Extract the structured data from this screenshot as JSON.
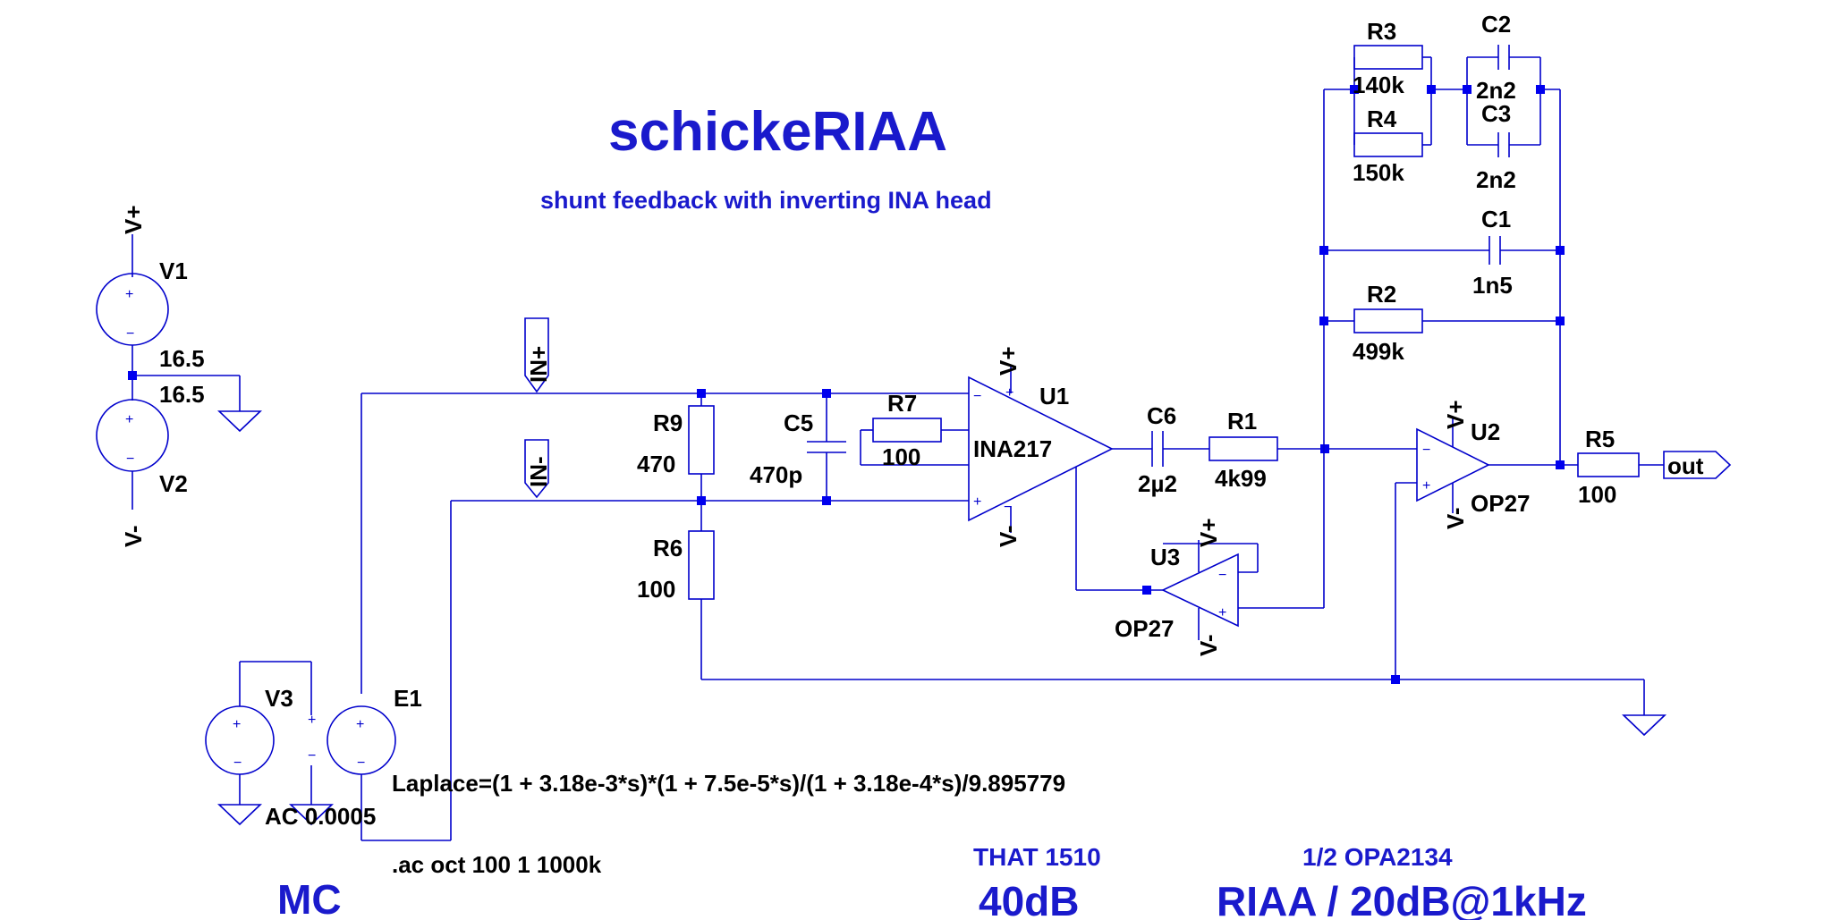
{
  "title": "schickeRIAA",
  "subtitle": "shunt feedback with inverting INA head",
  "supply": {
    "v1": "V1",
    "v2": "V2",
    "v1_value": "16.5",
    "v2_value": "16.5",
    "vplus": "V+",
    "vminus": "V-"
  },
  "nets": {
    "in_plus": "IN+",
    "in_minus": "IN-",
    "out": "out"
  },
  "components": {
    "r9": {
      "ref": "R9",
      "value": "470"
    },
    "r6": {
      "ref": "R6",
      "value": "100"
    },
    "c5": {
      "ref": "C5",
      "value": "470p"
    },
    "r7": {
      "ref": "R7",
      "value": "100"
    },
    "u1": {
      "ref": "U1",
      "part": "INA217"
    },
    "c6": {
      "ref": "C6",
      "value": "2µ2"
    },
    "r1": {
      "ref": "R1",
      "value": "4k99"
    },
    "u3": {
      "ref": "U3",
      "part": "OP27"
    },
    "u2": {
      "ref": "U2",
      "part": "OP27"
    },
    "r5": {
      "ref": "R5",
      "value": "100"
    },
    "r3": {
      "ref": "R3",
      "value": "140k"
    },
    "r4": {
      "ref": "R4",
      "value": "150k"
    },
    "c2": {
      "ref": "C2",
      "value": "2n2"
    },
    "c3": {
      "ref": "C3",
      "value": "2n2"
    },
    "c1": {
      "ref": "C1",
      "value": "1n5"
    },
    "r2": {
      "ref": "R2",
      "value": "499k"
    },
    "v3": {
      "ref": "V3",
      "value": "AC 0.0005"
    },
    "e1": {
      "ref": "E1",
      "expr": "Laplace=(1 + 3.18e-3*s)*(1 + 7.5e-5*s)/(1 + 3.18e-4*s)/9.895779"
    }
  },
  "directive": ".ac oct 100 1 1000k",
  "notes": {
    "mc": "MC",
    "that_part": "THAT 1510",
    "that_gain": "40dB",
    "opa_part": "1/2 OPA2134",
    "riaa_gain": "RIAA / 20dB@1kHz"
  },
  "pins": {
    "plus": "+",
    "minus": "−"
  },
  "colors": {
    "wire": "#0000cc",
    "text": "#000000",
    "heading": "#1a1acc"
  }
}
